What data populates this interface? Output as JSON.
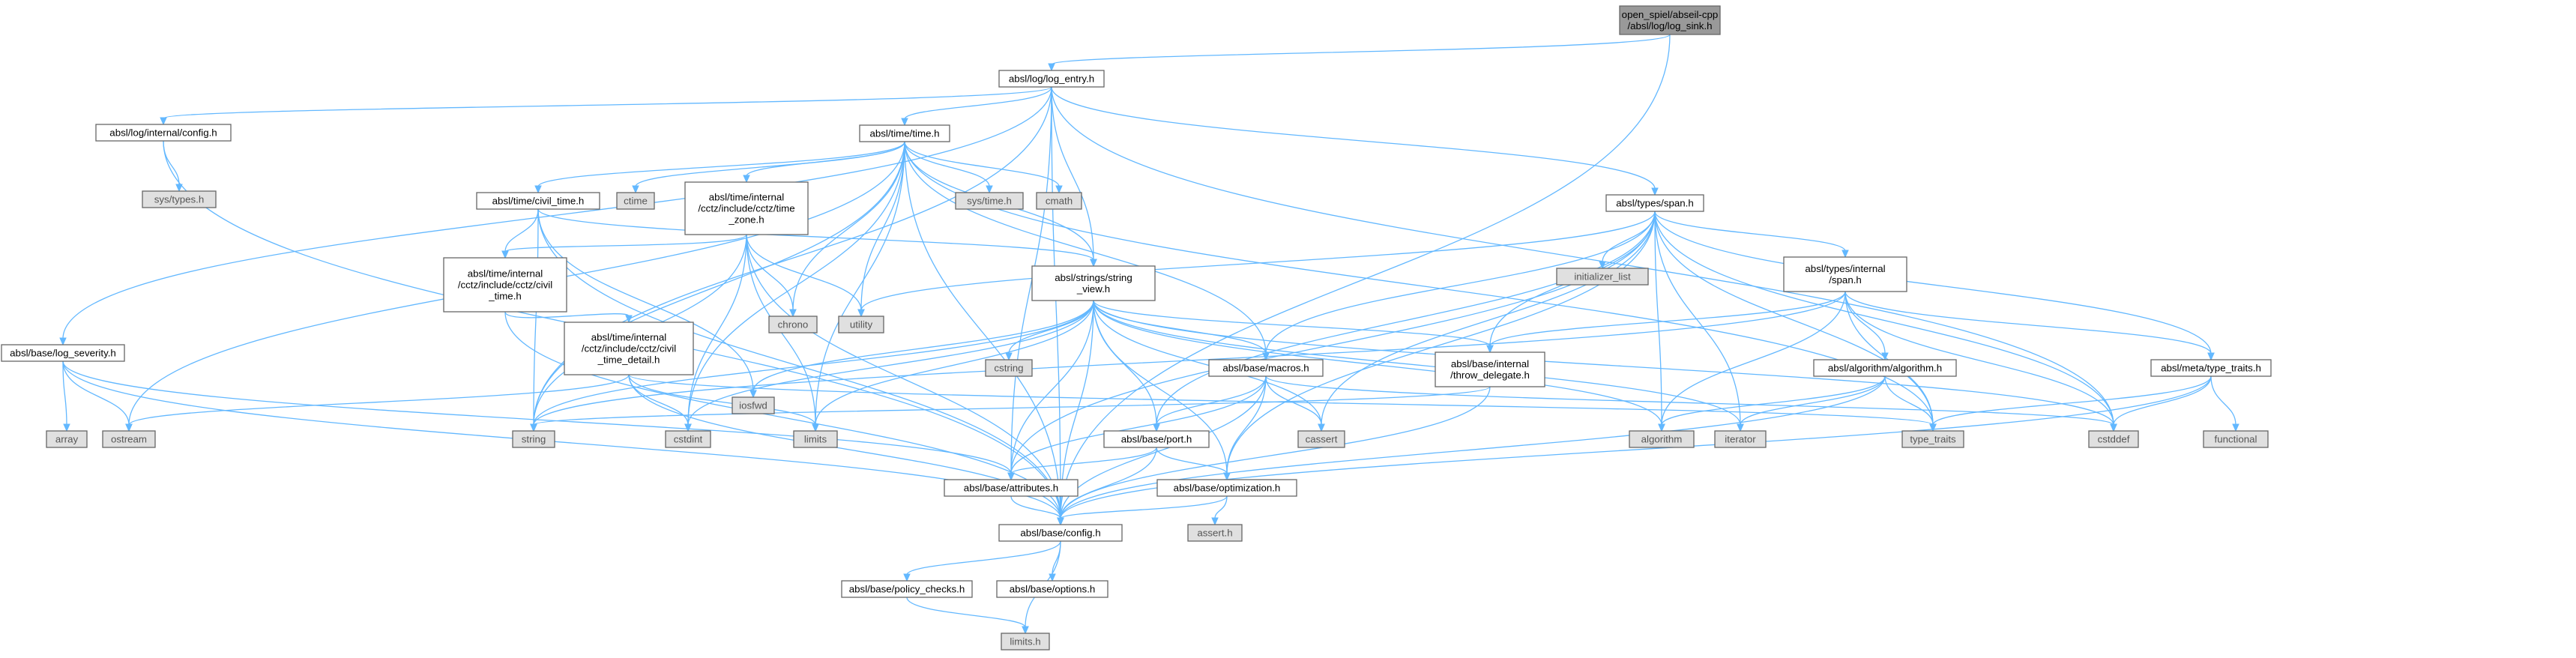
{
  "nodes": [
    {
      "id": "log_sink",
      "kind": "root",
      "lines": [
        "open_spiel/abseil-cpp",
        "/absl/log/log_sink.h"
      ]
    },
    {
      "id": "log_entry",
      "kind": "header",
      "lines": [
        "absl/log/log_entry.h"
      ]
    },
    {
      "id": "internal_config",
      "kind": "header",
      "lines": [
        "absl/log/internal/config.h"
      ]
    },
    {
      "id": "sys_types",
      "kind": "system",
      "lines": [
        "sys/types.h"
      ]
    },
    {
      "id": "time_h",
      "kind": "header",
      "lines": [
        "absl/time/time.h"
      ]
    },
    {
      "id": "span_h",
      "kind": "header",
      "lines": [
        "absl/types/span.h"
      ]
    },
    {
      "id": "log_severity",
      "kind": "header",
      "lines": [
        "absl/base/log_severity.h"
      ]
    },
    {
      "id": "array",
      "kind": "system",
      "lines": [
        "array"
      ]
    },
    {
      "id": "ostream",
      "kind": "system",
      "lines": [
        "ostream"
      ]
    },
    {
      "id": "civil_time",
      "kind": "header",
      "lines": [
        "absl/time/civil_time.h"
      ]
    },
    {
      "id": "ctime",
      "kind": "system",
      "lines": [
        "ctime"
      ]
    },
    {
      "id": "cctz_time_zone",
      "kind": "header",
      "lines": [
        "absl/time/internal",
        "/cctz/include/cctz/time",
        "_zone.h"
      ]
    },
    {
      "id": "sys_time",
      "kind": "system",
      "lines": [
        "sys/time.h"
      ]
    },
    {
      "id": "cmath",
      "kind": "system",
      "lines": [
        "cmath"
      ]
    },
    {
      "id": "cctz_civil_time",
      "kind": "header",
      "lines": [
        "absl/time/internal",
        "/cctz/include/cctz/civil",
        "_time.h"
      ]
    },
    {
      "id": "chrono",
      "kind": "system",
      "lines": [
        "chrono"
      ]
    },
    {
      "id": "utility",
      "kind": "system",
      "lines": [
        "utility"
      ]
    },
    {
      "id": "string_view",
      "kind": "header",
      "lines": [
        "absl/strings/string",
        "_view.h"
      ]
    },
    {
      "id": "initializer_list",
      "kind": "system",
      "lines": [
        "initializer_list"
      ]
    },
    {
      "id": "internal_span",
      "kind": "header",
      "lines": [
        "absl/types/internal",
        "/span.h"
      ]
    },
    {
      "id": "cctz_civil_time_detail",
      "kind": "header",
      "lines": [
        "absl/time/internal",
        "/cctz/include/cctz/civil",
        "_time_detail.h"
      ]
    },
    {
      "id": "iosfwd",
      "kind": "system",
      "lines": [
        "iosfwd"
      ]
    },
    {
      "id": "cstring",
      "kind": "system",
      "lines": [
        "cstring"
      ]
    },
    {
      "id": "macros",
      "kind": "header",
      "lines": [
        "absl/base/macros.h"
      ]
    },
    {
      "id": "throw_delegate",
      "kind": "header",
      "lines": [
        "absl/base/internal",
        "/throw_delegate.h"
      ]
    },
    {
      "id": "algorithm_h",
      "kind": "header",
      "lines": [
        "absl/algorithm/algorithm.h"
      ]
    },
    {
      "id": "type_traits_h",
      "kind": "header",
      "lines": [
        "absl/meta/type_traits.h"
      ]
    },
    {
      "id": "string",
      "kind": "system",
      "lines": [
        "string"
      ]
    },
    {
      "id": "cstdint",
      "kind": "system",
      "lines": [
        "cstdint"
      ]
    },
    {
      "id": "limits",
      "kind": "system",
      "lines": [
        "limits"
      ]
    },
    {
      "id": "cassert",
      "kind": "system",
      "lines": [
        "cassert"
      ]
    },
    {
      "id": "algorithm",
      "kind": "system",
      "lines": [
        "algorithm"
      ]
    },
    {
      "id": "iterator",
      "kind": "system",
      "lines": [
        "iterator"
      ]
    },
    {
      "id": "type_traits",
      "kind": "system",
      "lines": [
        "type_traits"
      ]
    },
    {
      "id": "cstddef",
      "kind": "system",
      "lines": [
        "cstddef"
      ]
    },
    {
      "id": "functional",
      "kind": "system",
      "lines": [
        "functional"
      ]
    },
    {
      "id": "port",
      "kind": "header",
      "lines": [
        "absl/base/port.h"
      ]
    },
    {
      "id": "attributes",
      "kind": "header",
      "lines": [
        "absl/base/attributes.h"
      ]
    },
    {
      "id": "optimization",
      "kind": "header",
      "lines": [
        "absl/base/optimization.h"
      ]
    },
    {
      "id": "assert_h",
      "kind": "system",
      "lines": [
        "assert.h"
      ]
    },
    {
      "id": "config",
      "kind": "header",
      "lines": [
        "absl/base/config.h"
      ]
    },
    {
      "id": "policy_checks",
      "kind": "header",
      "lines": [
        "absl/base/policy_checks.h"
      ]
    },
    {
      "id": "options",
      "kind": "header",
      "lines": [
        "absl/base/options.h"
      ]
    },
    {
      "id": "limits_h",
      "kind": "system",
      "lines": [
        "limits.h"
      ]
    }
  ],
  "edges": [
    [
      "log_sink",
      "log_entry"
    ],
    [
      "log_sink",
      "config"
    ],
    [
      "log_entry",
      "internal_config"
    ],
    [
      "log_entry",
      "log_severity"
    ],
    [
      "log_entry",
      "time_h"
    ],
    [
      "log_entry",
      "span_h"
    ],
    [
      "log_entry",
      "string_view"
    ],
    [
      "log_entry",
      "string"
    ],
    [
      "log_entry",
      "attributes"
    ],
    [
      "log_entry",
      "config"
    ],
    [
      "log_entry",
      "cstddef"
    ],
    [
      "internal_config",
      "sys_types"
    ],
    [
      "internal_config",
      "config"
    ],
    [
      "log_severity",
      "array"
    ],
    [
      "log_severity",
      "ostream"
    ],
    [
      "log_severity",
      "attributes"
    ],
    [
      "log_severity",
      "config"
    ],
    [
      "time_h",
      "civil_time"
    ],
    [
      "time_h",
      "ctime"
    ],
    [
      "time_h",
      "cctz_time_zone"
    ],
    [
      "time_h",
      "sys_time"
    ],
    [
      "time_h",
      "cmath"
    ],
    [
      "time_h",
      "chrono"
    ],
    [
      "time_h",
      "utility"
    ],
    [
      "time_h",
      "string_view"
    ],
    [
      "time_h",
      "macros"
    ],
    [
      "time_h",
      "ostream"
    ],
    [
      "time_h",
      "string"
    ],
    [
      "time_h",
      "cstdint"
    ],
    [
      "time_h",
      "limits"
    ],
    [
      "time_h",
      "type_traits"
    ],
    [
      "time_h",
      "config"
    ],
    [
      "civil_time",
      "cctz_civil_time"
    ],
    [
      "civil_time",
      "string_view"
    ],
    [
      "civil_time",
      "iosfwd"
    ],
    [
      "civil_time",
      "string"
    ],
    [
      "civil_time",
      "config"
    ],
    [
      "cctz_time_zone",
      "cctz_civil_time"
    ],
    [
      "cctz_time_zone",
      "chrono"
    ],
    [
      "cctz_time_zone",
      "utility"
    ],
    [
      "cctz_time_zone",
      "string"
    ],
    [
      "cctz_time_zone",
      "cstdint"
    ],
    [
      "cctz_time_zone",
      "limits"
    ],
    [
      "cctz_time_zone",
      "config"
    ],
    [
      "cctz_civil_time",
      "cctz_civil_time_detail"
    ],
    [
      "cctz_civil_time",
      "config"
    ],
    [
      "cctz_civil_time_detail",
      "ostream"
    ],
    [
      "cctz_civil_time_detail",
      "cstdint"
    ],
    [
      "cctz_civil_time_detail",
      "limits"
    ],
    [
      "cctz_civil_time_detail",
      "type_traits"
    ],
    [
      "cctz_civil_time_detail",
      "config"
    ],
    [
      "string_view",
      "iosfwd"
    ],
    [
      "string_view",
      "cstring"
    ],
    [
      "string_view",
      "macros"
    ],
    [
      "string_view",
      "throw_delegate"
    ],
    [
      "string_view",
      "port"
    ],
    [
      "string_view",
      "attributes"
    ],
    [
      "string_view",
      "optimization"
    ],
    [
      "string_view",
      "config"
    ],
    [
      "string_view",
      "string"
    ],
    [
      "string_view",
      "cstdint"
    ],
    [
      "string_view",
      "limits"
    ],
    [
      "string_view",
      "cassert"
    ],
    [
      "string_view",
      "algorithm"
    ],
    [
      "string_view",
      "iterator"
    ],
    [
      "string_view",
      "cstddef"
    ],
    [
      "span_h",
      "utility"
    ],
    [
      "span_h",
      "initializer_list"
    ],
    [
      "span_h",
      "internal_span"
    ],
    [
      "span_h",
      "macros"
    ],
    [
      "span_h",
      "throw_delegate"
    ],
    [
      "span_h",
      "port"
    ],
    [
      "span_h",
      "type_traits_h"
    ],
    [
      "span_h",
      "attributes"
    ],
    [
      "span_h",
      "optimization"
    ],
    [
      "span_h",
      "cassert"
    ],
    [
      "span_h",
      "algorithm"
    ],
    [
      "span_h",
      "iterator"
    ],
    [
      "span_h",
      "type_traits"
    ],
    [
      "span_h",
      "cstddef"
    ],
    [
      "internal_span",
      "algorithm_h"
    ],
    [
      "internal_span",
      "throw_delegate"
    ],
    [
      "internal_span",
      "type_traits_h"
    ],
    [
      "internal_span",
      "string"
    ],
    [
      "internal_span",
      "algorithm"
    ],
    [
      "internal_span",
      "type_traits"
    ],
    [
      "internal_span",
      "cstddef"
    ],
    [
      "algorithm_h",
      "algorithm"
    ],
    [
      "algorithm_h",
      "iterator"
    ],
    [
      "algorithm_h",
      "type_traits"
    ],
    [
      "algorithm_h",
      "config"
    ],
    [
      "type_traits_h",
      "functional"
    ],
    [
      "type_traits_h",
      "type_traits"
    ],
    [
      "type_traits_h",
      "cstddef"
    ],
    [
      "type_traits_h",
      "config"
    ],
    [
      "macros",
      "cassert"
    ],
    [
      "macros",
      "cstddef"
    ],
    [
      "macros",
      "attributes"
    ],
    [
      "macros",
      "config"
    ],
    [
      "macros",
      "optimization"
    ],
    [
      "macros",
      "port"
    ],
    [
      "throw_delegate",
      "string"
    ],
    [
      "throw_delegate",
      "config"
    ],
    [
      "port",
      "attributes"
    ],
    [
      "port",
      "config"
    ],
    [
      "port",
      "optimization"
    ],
    [
      "attributes",
      "config"
    ],
    [
      "optimization",
      "assert_h"
    ],
    [
      "optimization",
      "config"
    ],
    [
      "config",
      "policy_checks"
    ],
    [
      "config",
      "options"
    ],
    [
      "config",
      "limits_h"
    ],
    [
      "policy_checks",
      "limits_h"
    ]
  ]
}
